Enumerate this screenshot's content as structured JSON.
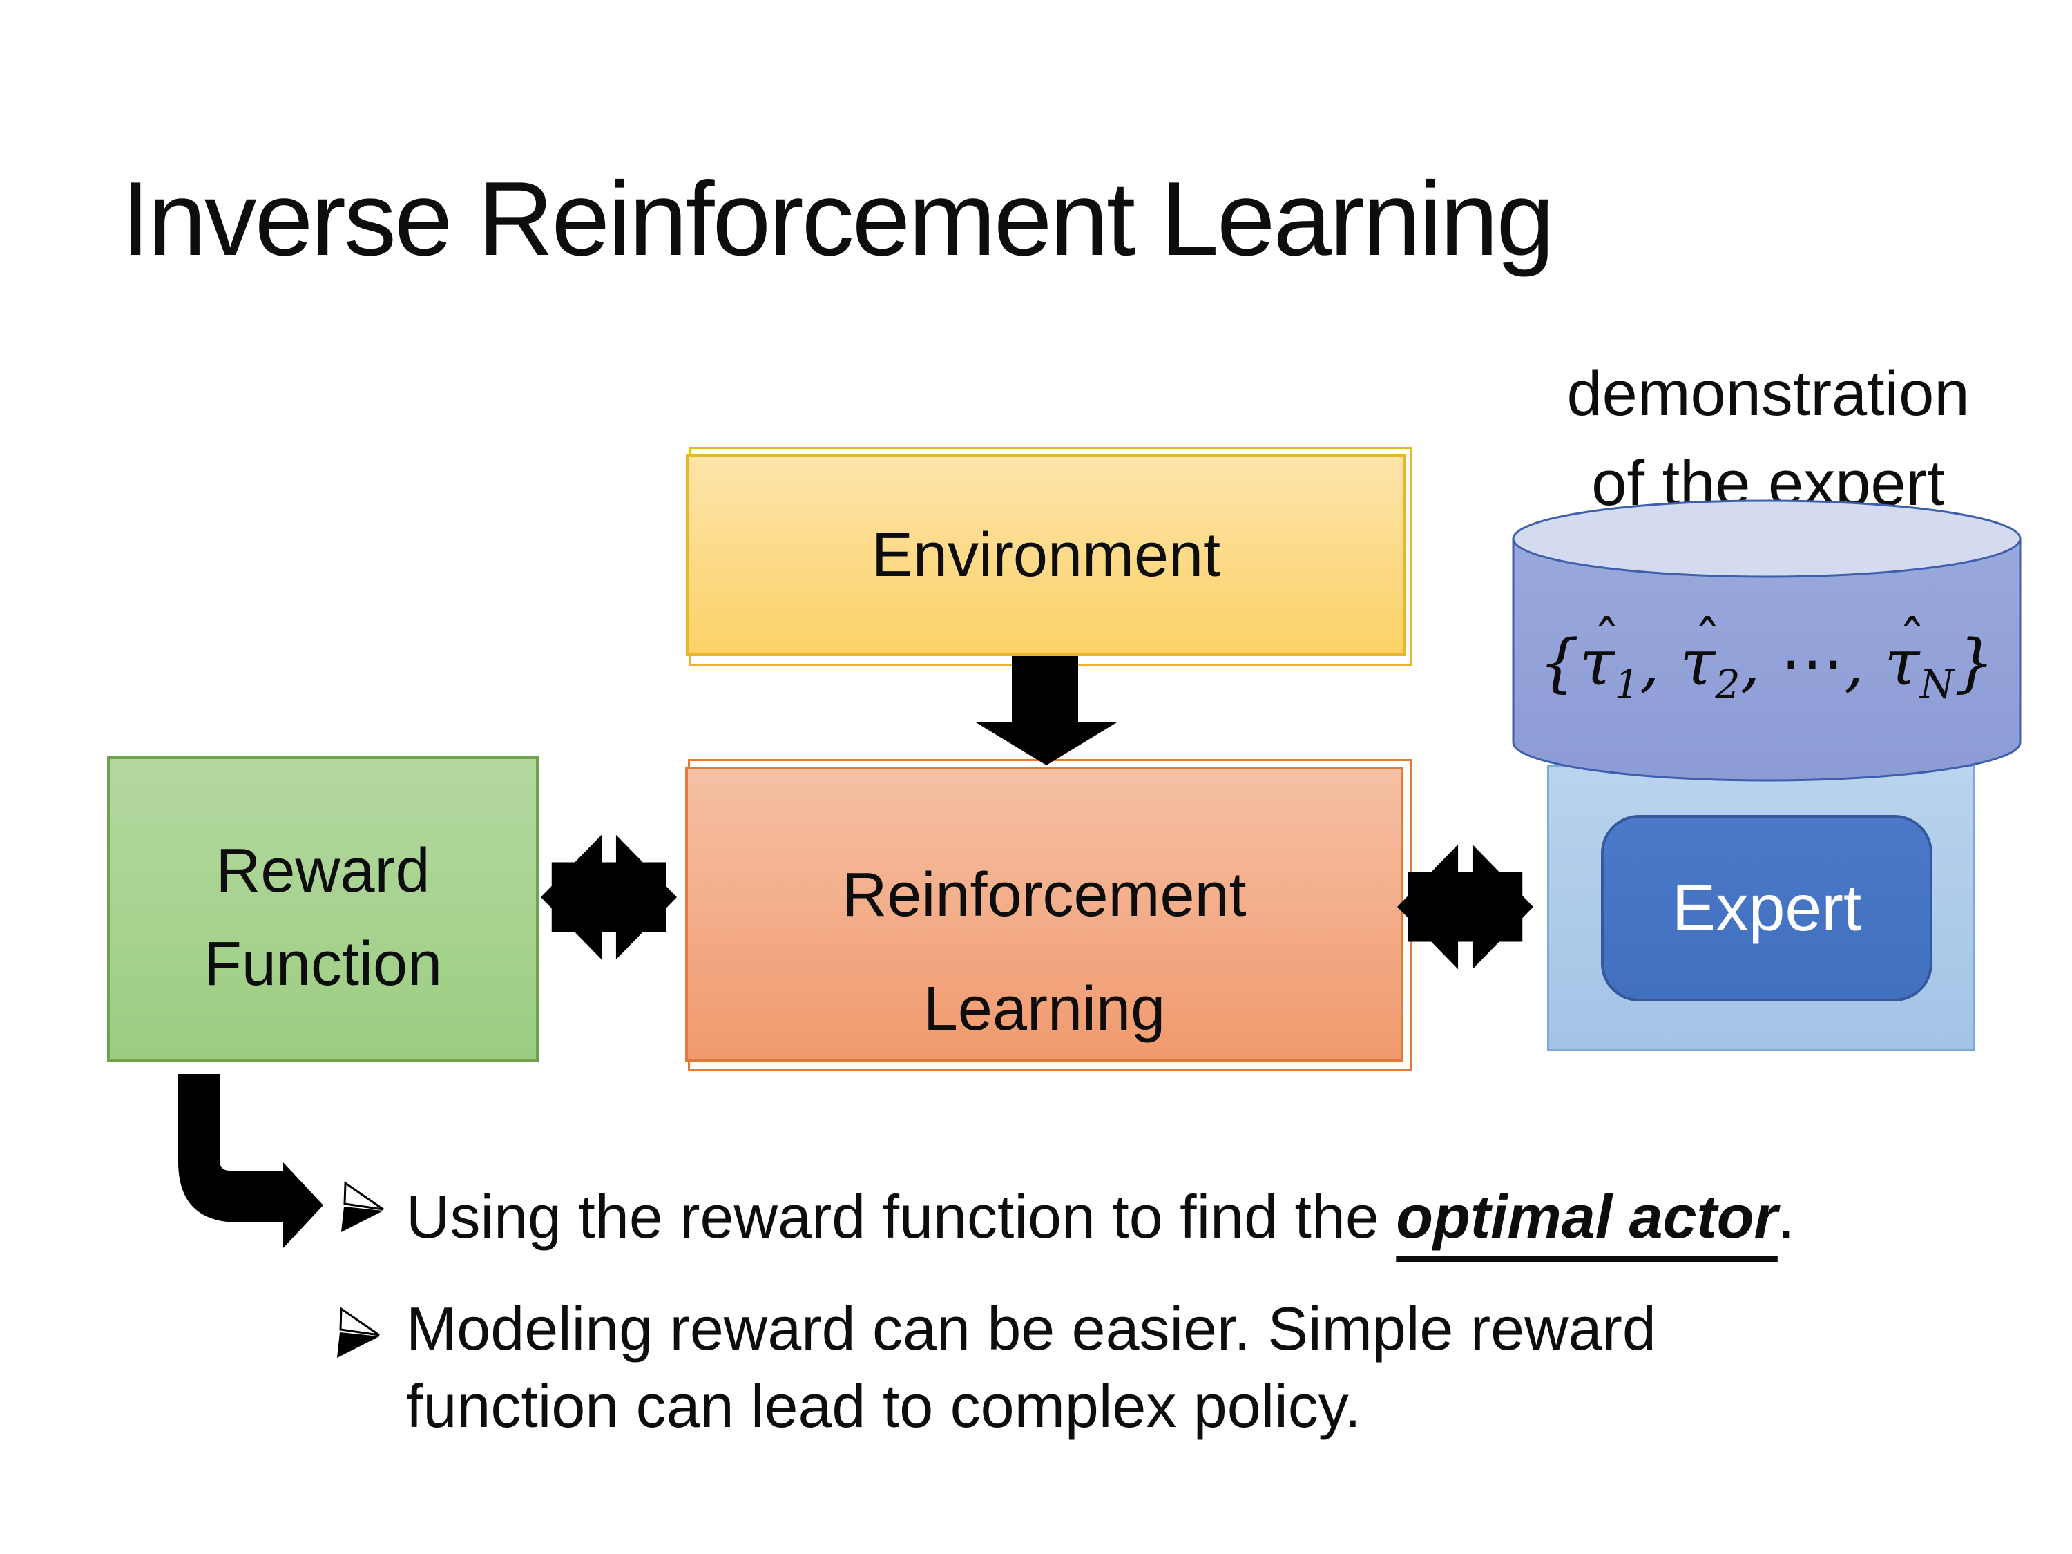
{
  "title": "Inverse Reinforcement Learning",
  "diagram": {
    "environment": {
      "label": "Environment"
    },
    "reward_function": {
      "line1": "Reward",
      "line2": "Function"
    },
    "reinforcement_learning": {
      "line1": "Reinforcement",
      "line2": "Learning"
    },
    "expert": {
      "label": "Expert"
    },
    "demonstration_caption": {
      "line1": "demonstration",
      "line2": "of the expert"
    },
    "trajectory_set": {
      "open": "{",
      "tau": "τ",
      "hat": "ˆ",
      "sub_1": "1",
      "sep_1": ", ",
      "sub_2": "2",
      "sep_2": ", ",
      "dots": "⋯",
      "sep_3": ", ",
      "sub_n": "N",
      "close": "}"
    }
  },
  "bullets": {
    "marker": "➢",
    "item_1": {
      "before": "Using the reward function to find the ",
      "emphasis": "optimal actor",
      "after": "."
    },
    "item_2": {
      "line1": "Modeling reward can be easier. Simple reward",
      "line2": "function can lead to complex policy."
    }
  },
  "colors": {
    "page_bg": "#ffffff",
    "text_color": "#0d0d0d",
    "arrow_color": "#000000",
    "env_border": "#e9b62a",
    "env_fill_top": "#fde4ab",
    "env_fill_bottom": "#fcd267",
    "rl_border": "#e07b39",
    "rl_fill_top": "#f5c0a4",
    "rl_fill_bottom": "#f19a6e",
    "rf_border": "#6fa24c",
    "rf_fill_top": "#b4d8a0",
    "rf_fill_bottom": "#9ccd82",
    "expert_panel_border": "#7fa8db",
    "expert_panel_top": "#bad3ee",
    "expert_panel_bottom": "#a3c4e6",
    "expert_btn_border": "#35599c",
    "expert_btn_top": "#4c79ca",
    "expert_btn_bottom": "#4070be",
    "cyl_border": "#3e5fac",
    "cyl_top_fill": "#d4dbf1",
    "cyl_body_top": "#9aa9dc",
    "cyl_body_bottom": "#8c9bd5"
  }
}
